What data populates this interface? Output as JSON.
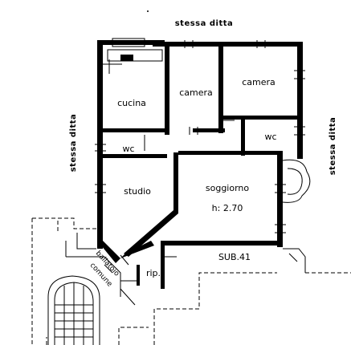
{
  "neighbors": {
    "top": "stessa ditta",
    "left": "stessa ditta",
    "right": "stessa ditta"
  },
  "rooms": {
    "cucina": "cucina",
    "camera_1": "camera",
    "camera_2": "camera",
    "wc_1": "wc",
    "wc_2": "wc",
    "studio": "studio",
    "soggiorno": "soggiorno",
    "height": "h:  2.70",
    "ripostiglio": "rip.",
    "ballatoio_1": "ballatoio",
    "ballatoio_2": "comune"
  },
  "unit": "SUB.41"
}
